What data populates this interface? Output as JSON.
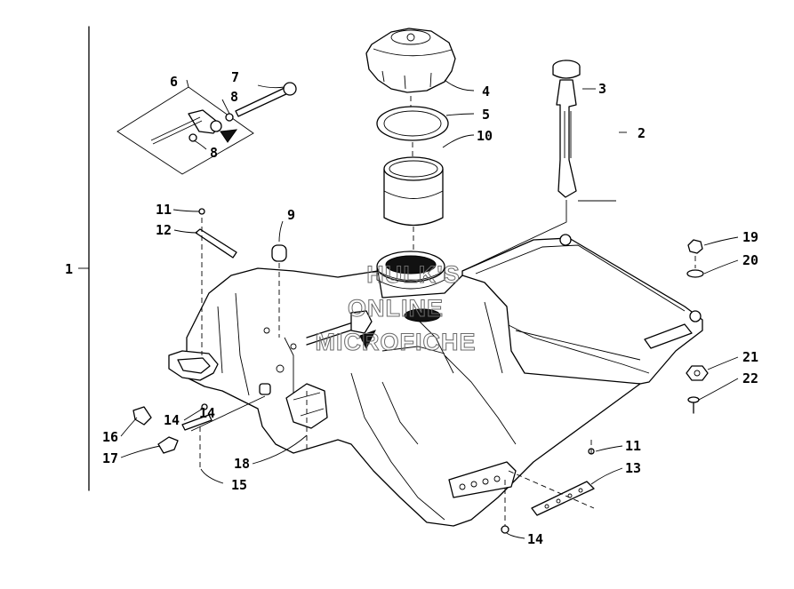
{
  "callouts": [
    "1",
    "2",
    "3",
    "4",
    "5",
    "6",
    "7",
    "8",
    "8",
    "9",
    "10",
    "11",
    "11",
    "12",
    "13",
    "14",
    "14",
    "14",
    "15",
    "16",
    "17",
    "18",
    "19",
    "20",
    "21",
    "22"
  ],
  "watermark": [
    "HULK'S",
    "ONLINE",
    "MICROFICHE"
  ]
}
